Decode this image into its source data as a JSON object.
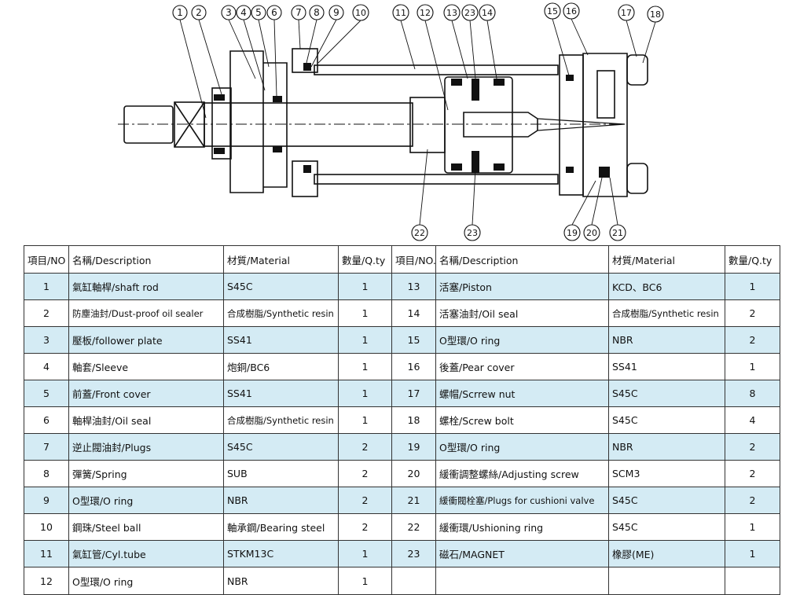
{
  "callouts": {
    "top": [
      "1",
      "2",
      "3",
      "4",
      "5",
      "6",
      "7",
      "8",
      "9",
      "10",
      "11",
      "12",
      "13",
      "23",
      "14",
      "15",
      "16",
      "17",
      "18"
    ],
    "bottom": [
      "22",
      "23",
      "19",
      "20",
      "21"
    ]
  },
  "table": {
    "headers": [
      "項目/NO",
      "名稱/Description",
      "材質/Material",
      "數量/Q.ty",
      "項目/NO.",
      "名稱/Description",
      "材質/Material",
      "數量/Q.ty"
    ],
    "rows": [
      {
        "no": "1",
        "desc": "氣缸軸桿/shaft rod",
        "mat": "S45C",
        "qty": "1",
        "no2": "13",
        "desc2": "活塞/Piston",
        "mat2": "KCD、BC6",
        "qty2": "1"
      },
      {
        "no": "2",
        "desc": "防塵油封/Dust-proof oil sealer",
        "mat": "合成樹脂/Synthetic resin",
        "qty": "1",
        "no2": "14",
        "desc2": "活塞油封/Oil seal",
        "mat2": "合成樹脂/Synthetic resin",
        "qty2": "2"
      },
      {
        "no": "3",
        "desc": "壓板/follower plate",
        "mat": "SS41",
        "qty": "1",
        "no2": "15",
        "desc2": "O型環/O ring",
        "mat2": "NBR",
        "qty2": "2"
      },
      {
        "no": "4",
        "desc": "軸套/Sleeve",
        "mat": "炮銅/BC6",
        "qty": "1",
        "no2": "16",
        "desc2": "後蓋/Pear cover",
        "mat2": "SS41",
        "qty2": "1"
      },
      {
        "no": "5",
        "desc": "前蓋/Front cover",
        "mat": "SS41",
        "qty": "1",
        "no2": "17",
        "desc2": "螺帽/Scrrew nut",
        "mat2": "S45C",
        "qty2": "8"
      },
      {
        "no": "6",
        "desc": "軸桿油封/Oil seal",
        "mat": "合成樹脂/Synthetic resin",
        "qty": "1",
        "no2": "18",
        "desc2": "螺栓/Screw bolt",
        "mat2": "S45C",
        "qty2": "4"
      },
      {
        "no": "7",
        "desc": "逆止閥油封/Plugs",
        "mat": "S45C",
        "qty": "2",
        "no2": "19",
        "desc2": "O型環/O ring",
        "mat2": "NBR",
        "qty2": "2"
      },
      {
        "no": "8",
        "desc": "彈簧/Spring",
        "mat": "SUB",
        "qty": "2",
        "no2": "20",
        "desc2": "緩衝調整螺絲/Adjusting screw",
        "mat2": "SCM3",
        "qty2": "2"
      },
      {
        "no": "9",
        "desc": "O型環/O ring",
        "mat": "NBR",
        "qty": "2",
        "no2": "21",
        "desc2": "緩衝閥栓塞/Plugs for cushioni valve",
        "mat2": "S45C",
        "qty2": "2"
      },
      {
        "no": "10",
        "desc": "鋼珠/Steel ball",
        "mat": "軸承鋼/Bearing steel",
        "qty": "2",
        "no2": "22",
        "desc2": "緩衝環/Ushioning ring",
        "mat2": "S45C",
        "qty2": "1"
      },
      {
        "no": "11",
        "desc": "氣缸管/Cyl.tube",
        "mat": "STKM13C",
        "qty": "1",
        "no2": "23",
        "desc2": "磁石/MAGNET",
        "mat2": "橡膠(ME)",
        "qty2": "1"
      },
      {
        "no": "12",
        "desc": "O型環/O ring",
        "mat": "NBR",
        "qty": "1",
        "no2": "",
        "desc2": "",
        "mat2": "",
        "qty2": ""
      }
    ]
  }
}
